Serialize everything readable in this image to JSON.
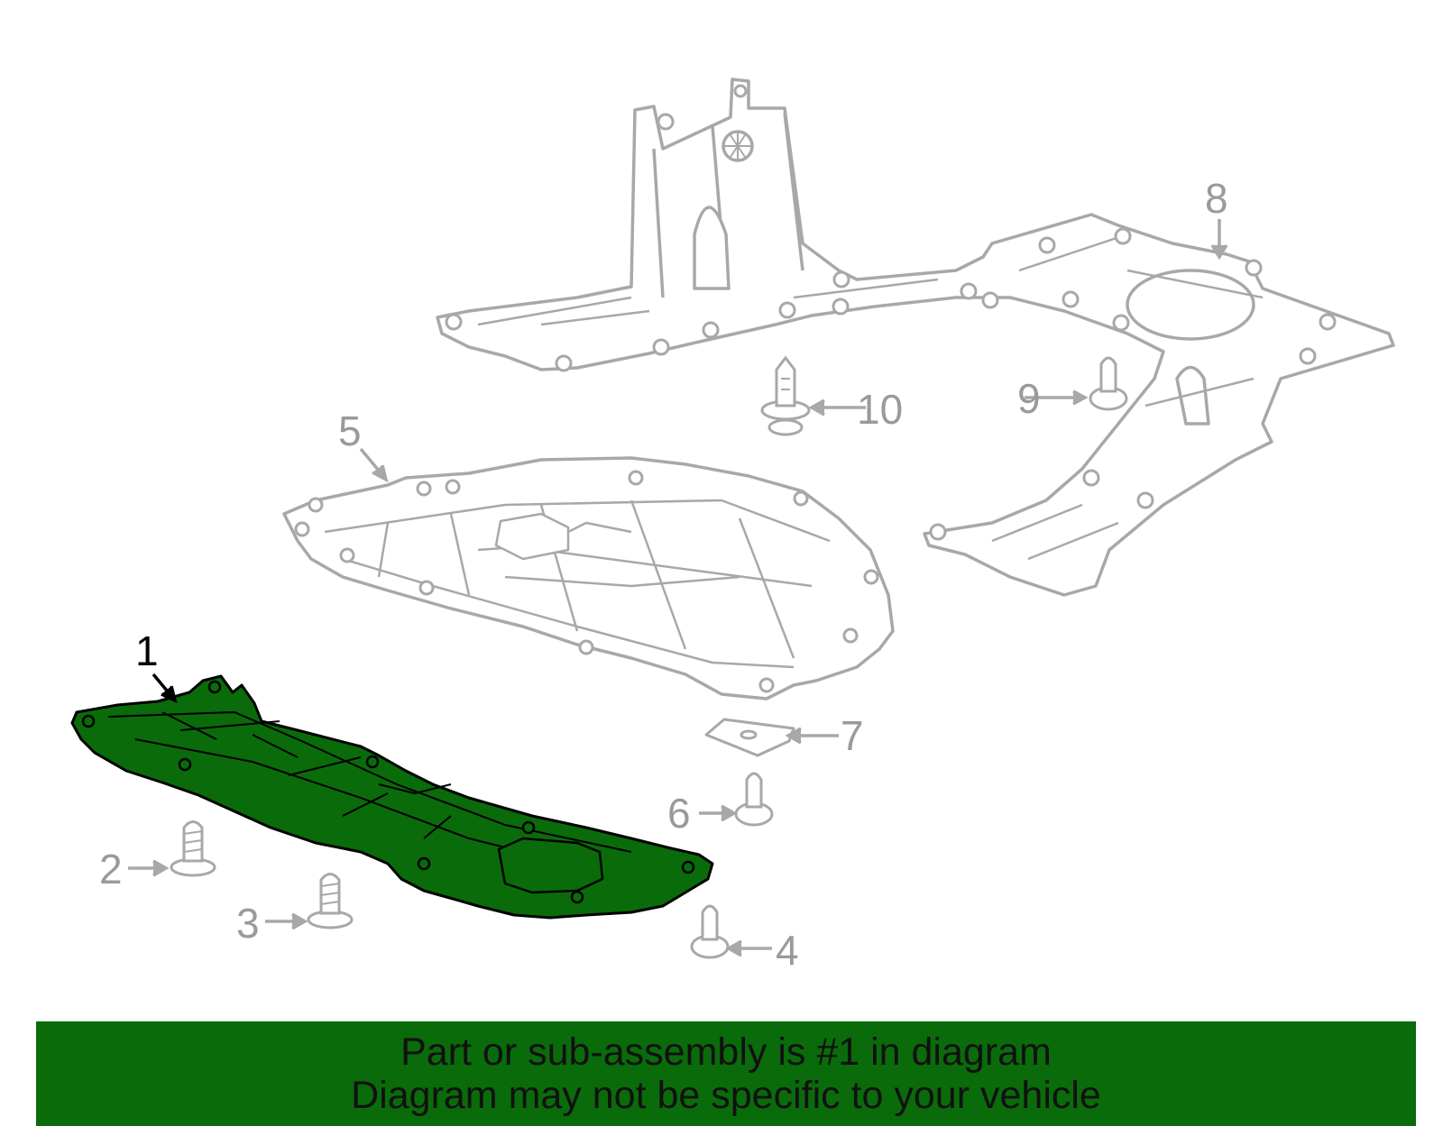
{
  "colors": {
    "highlight": "#0a6b0a",
    "outline": "#a8a8a8",
    "banner": "#0a6b0a",
    "label": "#9a9a9a",
    "active_label": "#000000"
  },
  "callouts": {
    "c1": "1",
    "c2": "2",
    "c3": "3",
    "c4": "4",
    "c5": "5",
    "c6": "6",
    "c7": "7",
    "c8": "8",
    "c9": "9",
    "c10": "10"
  },
  "highlighted_part": "1",
  "banner": {
    "line1": "Part or sub-assembly is #1 in diagram",
    "line2": "Diagram may not be specific to your vehicle"
  }
}
